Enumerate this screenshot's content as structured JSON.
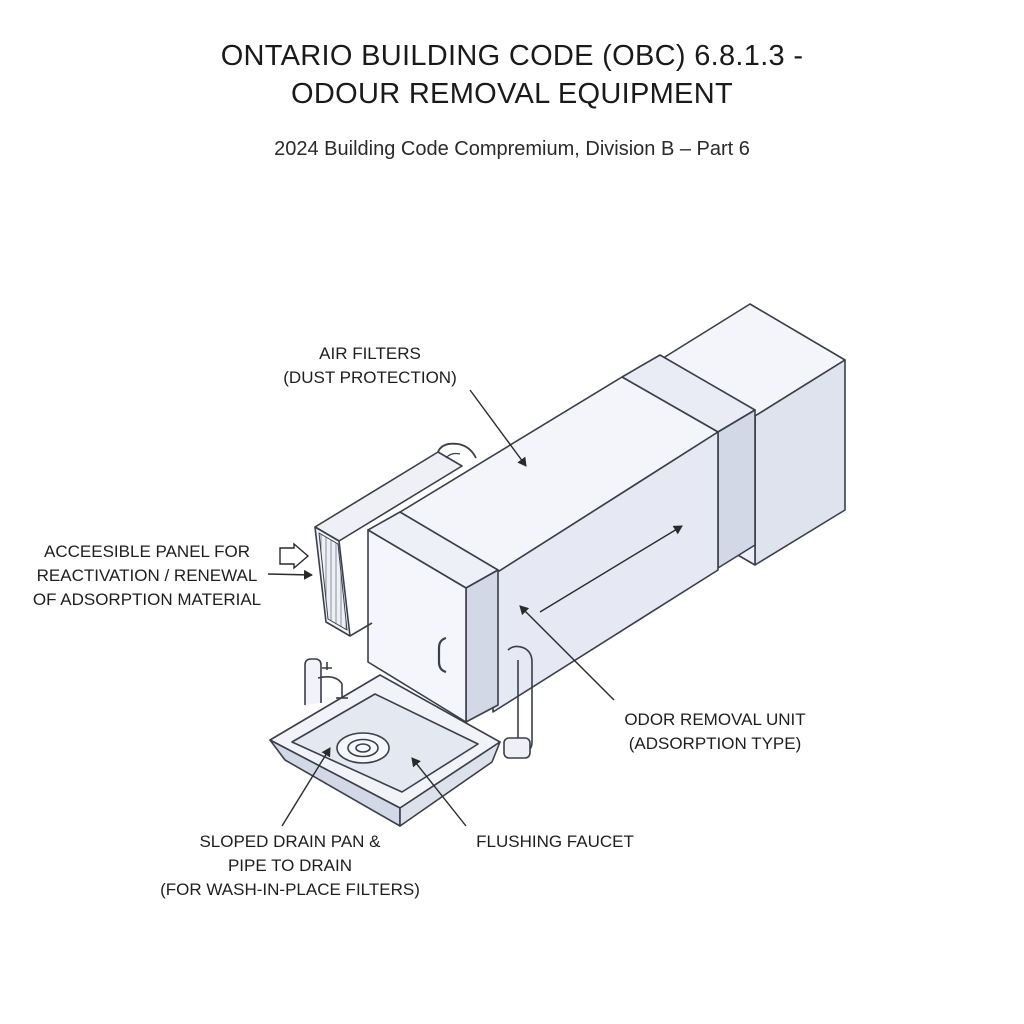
{
  "title": {
    "line1": "ONTARIO BUILDING CODE (OBC) 6.8.1.3 -",
    "line2": "ODOUR REMOVAL EQUIPMENT"
  },
  "subtitle": "2024 Building Code Compremium, Division B – Part 6",
  "labels": {
    "air_filters": {
      "line1": "AIR FILTERS",
      "line2": "(DUST PROTECTION)"
    },
    "access_panel": {
      "line1": "ACCEESIBLE PANEL FOR",
      "line2": "REACTIVATION / RENEWAL",
      "line3": "OF ADSORPTION MATERIAL"
    },
    "odor_unit": {
      "line1": "ODOR REMOVAL UNIT",
      "line2": "(ADSORPTION TYPE)"
    },
    "drain_pan": {
      "line1": "SLOPED DRAIN PAN &",
      "line2": "PIPE TO DRAIN",
      "line3": "(FOR WASH-IN-PLACE FILTERS)"
    },
    "faucet": {
      "line1": "FLUSHING FAUCET"
    }
  },
  "colors": {
    "outline": "#3a3f4a",
    "face_light": "#f3f5fb",
    "face_mid": "#e6e9f3",
    "face_dark": "#d3d8e6"
  }
}
